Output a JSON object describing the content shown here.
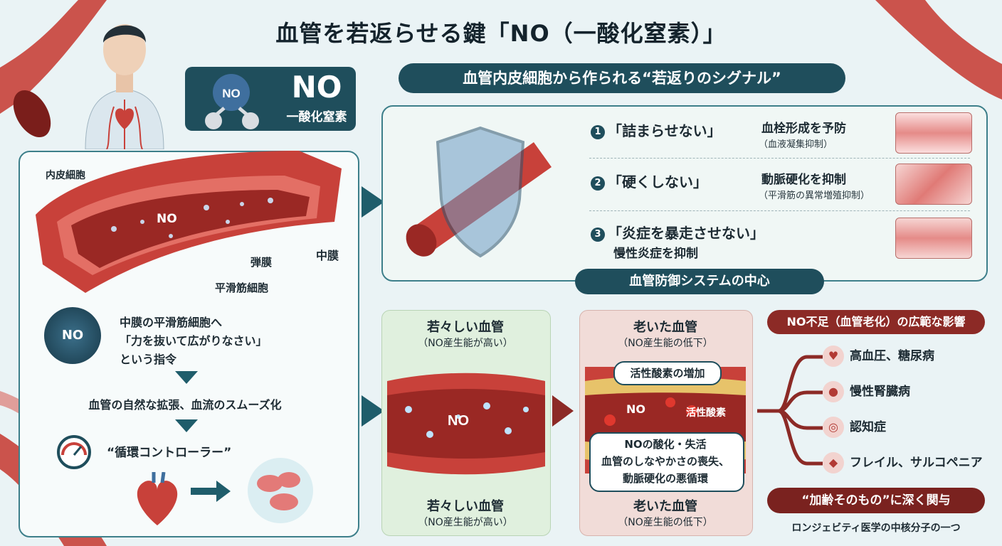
{
  "title": "血管を若返らせる鍵「NO（一酸化窒素）」",
  "no_badge": {
    "big": "NO",
    "small": "一酸化窒素",
    "molecule": "NO"
  },
  "signal_pill": "血管内皮細胞から作られる“若返りのシグナル”",
  "left_panel": {
    "label_endothelium": "内皮細胞",
    "label_no": "NO",
    "label_elastic": "弾膜",
    "label_media": "中膜",
    "label_smooth": "平滑筋細胞",
    "no_ball": "NO",
    "instruction_1": "中膜の平滑筋細胞へ",
    "instruction_2": "「力を抜いて広がりなさい」",
    "instruction_3": "という指令",
    "result": "血管の自然な拡張、血流のスムーズ化",
    "controller": "“循環コントローラー”"
  },
  "defense": {
    "items": [
      {
        "num": "1",
        "title": "「詰まらせない」",
        "desc": "血栓形成を予防",
        "sub": "（血液凝集抑制）"
      },
      {
        "num": "2",
        "title": "「硬くしない」",
        "desc": "動脈硬化を抑制",
        "sub": "（平滑筋の異常増殖抑制）"
      },
      {
        "num": "3",
        "title": "「炎症を暴走させない」",
        "desc": "慢性炎症を抑制",
        "sub": ""
      }
    ],
    "footer": "血管防御システムの中心"
  },
  "young": {
    "head": "若々しい血管",
    "sub": "（NO産生能が高い）",
    "no": "NO",
    "foot_head": "若々しい血管",
    "foot_sub": "（NO産生能が高い）"
  },
  "old": {
    "head": "老いた血管",
    "sub": "（NO産生能の低下）",
    "callout_top": "活性酸素の増加",
    "no": "NO",
    "ros": "活性酸素",
    "callout_1": "NOの酸化・失活",
    "callout_2": "血管のしなやかさの喪失、",
    "callout_3": "動脈硬化の悪循環",
    "foot_head": "老いた血管",
    "foot_sub": "（NO産生能の低下）"
  },
  "effects": {
    "header": "NO不足（血管老化）の広範な影響",
    "items": [
      {
        "label": "高血圧、糖尿病",
        "icon": "heart-pulse-icon"
      },
      {
        "label": "慢性腎臓病",
        "icon": "kidney-icon"
      },
      {
        "label": "認知症",
        "icon": "brain-icon"
      },
      {
        "label": "フレイル、サルコペニア",
        "icon": "muscle-icon"
      }
    ],
    "aging_pill": "“加齢そのもの”に深く関与",
    "footer": "ロンジェビティ医学の中核分子の一つ"
  },
  "colors": {
    "teal": "#1f4e5c",
    "vessel_red": "#c8413a",
    "old_bg": "#f1dcd8",
    "young_bg": "#e0f0de"
  }
}
